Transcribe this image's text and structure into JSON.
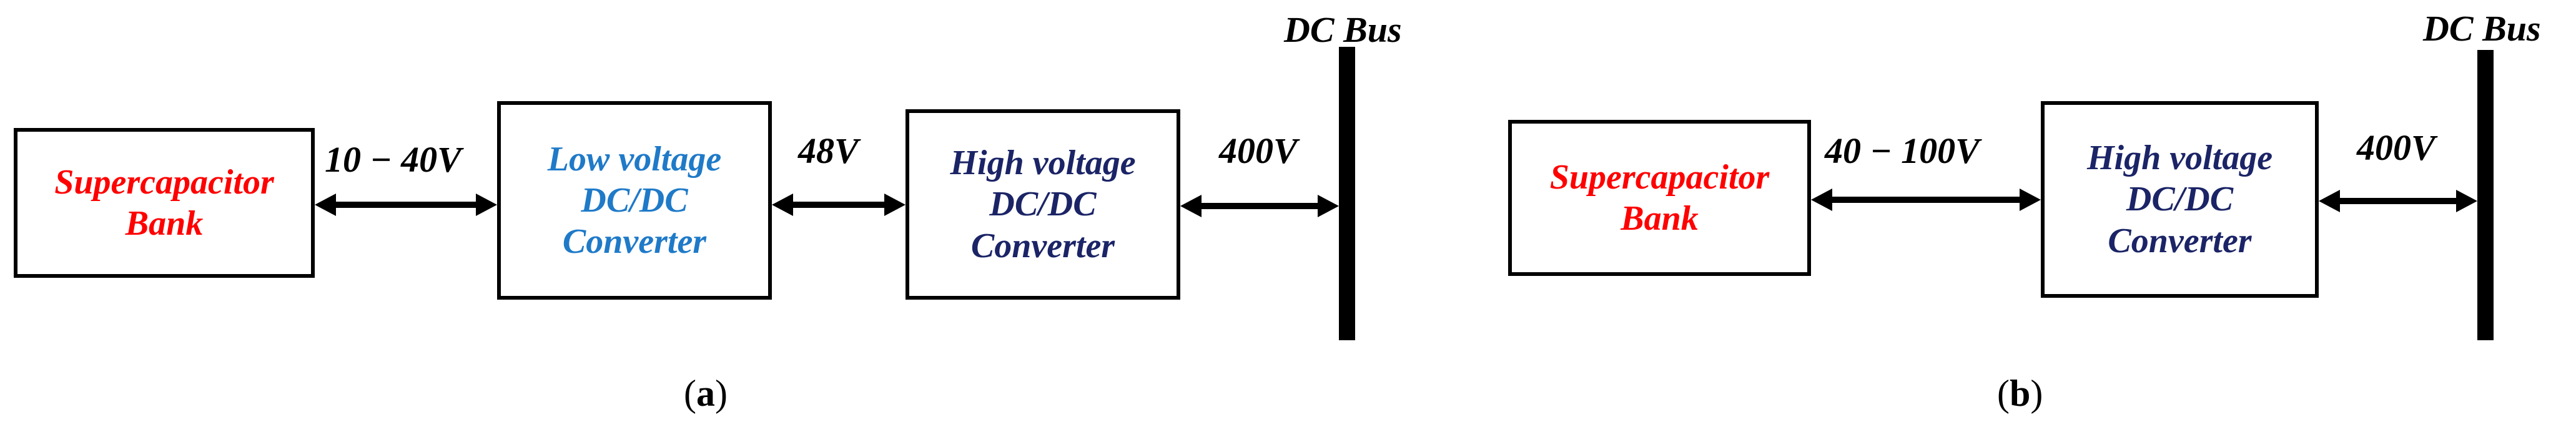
{
  "panel_a": {
    "supercap_box": {
      "line1": "Supercapacitor",
      "line2": "Bank"
    },
    "low_v_box": {
      "line1": "Low voltage",
      "line2": "DC/DC",
      "line3": "Converter"
    },
    "high_v_box": {
      "line1": "High voltage",
      "line2": "DC/DC",
      "line3": "Converter"
    },
    "voltage1": "10 − 40V",
    "voltage2": "48V",
    "voltage3": "400V",
    "bus_label": "DC Bus",
    "caption_open": "(",
    "caption_letter": "a",
    "caption_close": ")"
  },
  "panel_b": {
    "supercap_box": {
      "line1": "Supercapacitor",
      "line2": "Bank"
    },
    "high_v_box": {
      "line1": "High voltage",
      "line2": "DC/DC",
      "line3": "Converter"
    },
    "voltage1": "40 − 100V",
    "voltage2": "400V",
    "bus_label": "DC Bus",
    "caption_open": "(",
    "caption_letter": "b",
    "caption_close": ")"
  },
  "colors": {
    "supercapacitor_text": "#ff0000",
    "low_voltage_text": "#1f7ac8",
    "high_voltage_text": "#1b2466",
    "lines": "#000000"
  }
}
